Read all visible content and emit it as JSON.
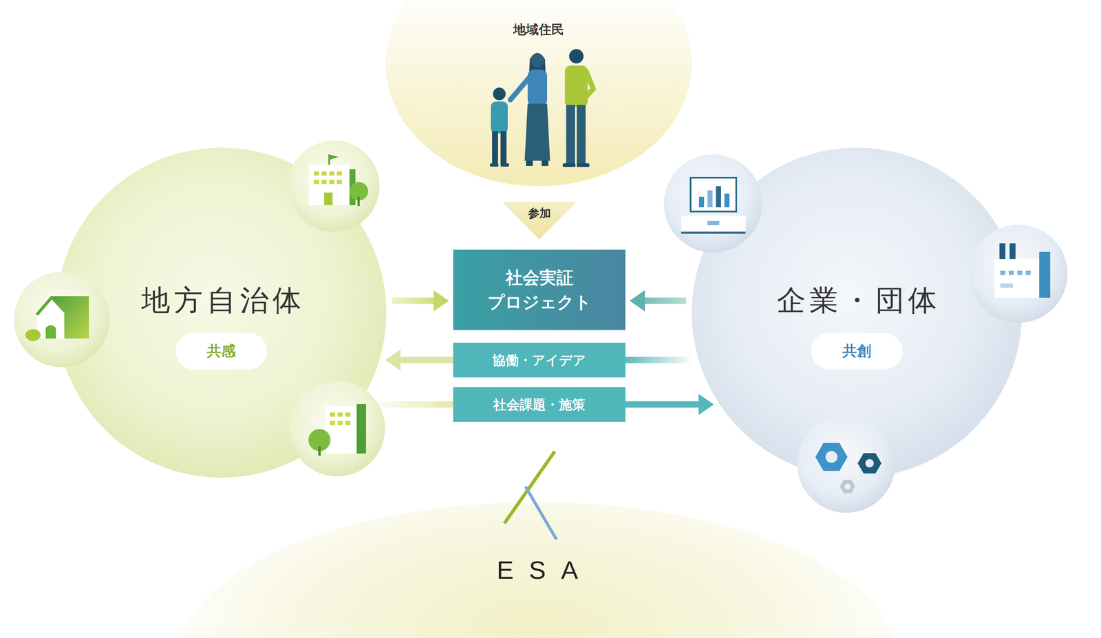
{
  "diagram": {
    "nodes": [
      {
        "text": [
          "地方自治体"
        ]
      },
      {
        "text": [
          "共感"
        ],
        "in": 0
      },
      {
        "text": [
          "地域住民"
        ]
      },
      {
        "text": [
          "社会実証 プロジェクト"
        ]
      },
      {
        "text": [
          "協働・アイデア"
        ]
      },
      {
        "text": [
          "社会課題・施策"
        ]
      },
      {
        "text": [
          "企業・団体"
        ]
      },
      {
        "text": [
          "共創"
        ],
        "in": 6
      },
      {
        "text": [
          "ESA"
        ]
      }
    ],
    "edges": [
      {
        "from": 0,
        "to": 3,
        "arrow": "to"
      },
      {
        "from": 6,
        "to": 3,
        "arrow": "to"
      },
      {
        "from": 4,
        "to": 0,
        "arrow": "to"
      },
      {
        "from": 6,
        "to": 4,
        "arrow": "none"
      },
      {
        "from": 0,
        "to": 5,
        "arrow": "none"
      },
      {
        "from": 5,
        "to": 6,
        "arrow": "to"
      },
      {
        "from": 2,
        "to": 3,
        "label": "参加",
        "arrow": "to"
      }
    ]
  }
}
